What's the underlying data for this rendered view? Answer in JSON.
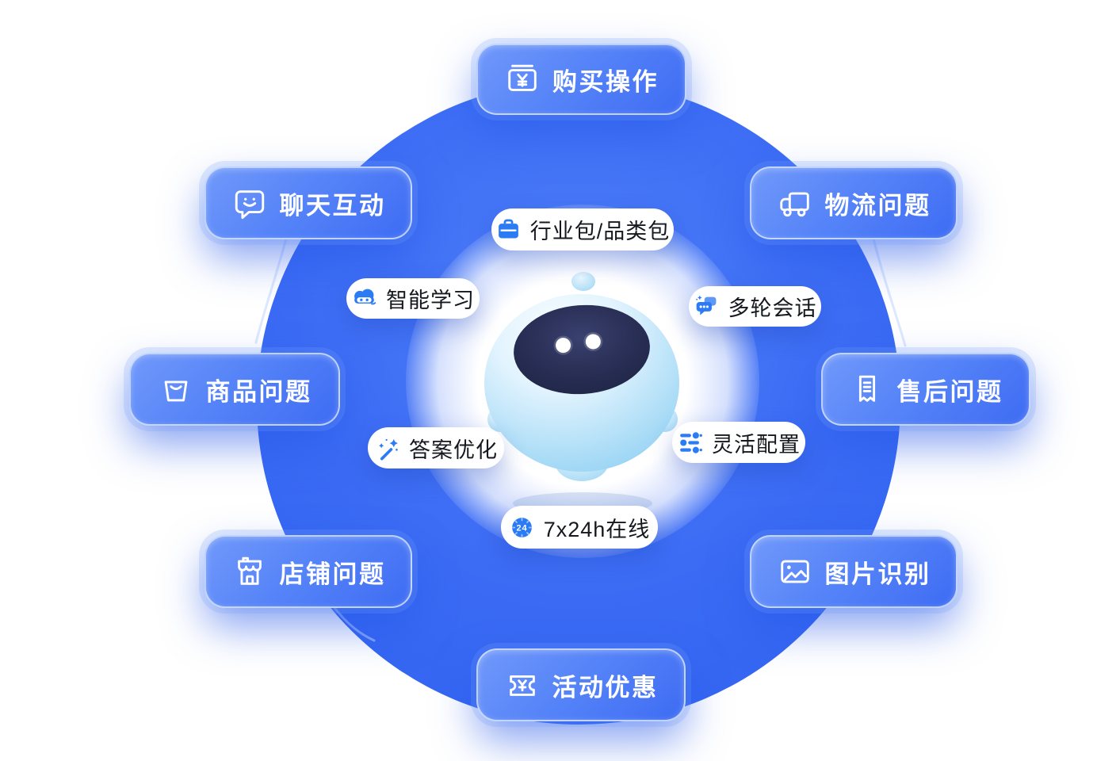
{
  "colors": {
    "circle_inner": "#4d7ef8",
    "circle_outer": "#2e62f1",
    "card_gradient_start": "#7199fa",
    "card_gradient_end": "#3e6cf3",
    "card_text": "#ffffff",
    "pill_bg": "#ffffff",
    "pill_text": "#15181e",
    "pill_icon_blue": "#2b7bf5"
  },
  "cards": [
    {
      "label": "购买操作",
      "icon": "yen-receipt-icon"
    },
    {
      "label": "聊天互动",
      "icon": "chat-smile-icon"
    },
    {
      "label": "物流问题",
      "icon": "truck-icon"
    },
    {
      "label": "商品问题",
      "icon": "shopping-bag-icon"
    },
    {
      "label": "售后问题",
      "icon": "receipt-icon"
    },
    {
      "label": "店铺问题",
      "icon": "storefront-icon"
    },
    {
      "label": "图片识别",
      "icon": "image-icon"
    },
    {
      "label": "活动优惠",
      "icon": "coupon-icon"
    }
  ],
  "pills": [
    {
      "label": "行业包/品类包",
      "icon": "briefcase-icon"
    },
    {
      "label": "智能学习",
      "icon": "cloud-bot-icon"
    },
    {
      "label": "多轮会话",
      "icon": "chat-bubbles-icon"
    },
    {
      "label": "答案优化",
      "icon": "magic-wand-icon"
    },
    {
      "label": "灵活配置",
      "icon": "sliders-icon"
    },
    {
      "label": "7x24h在线",
      "icon": "clock-24-icon",
      "badge_text": "24"
    }
  ]
}
